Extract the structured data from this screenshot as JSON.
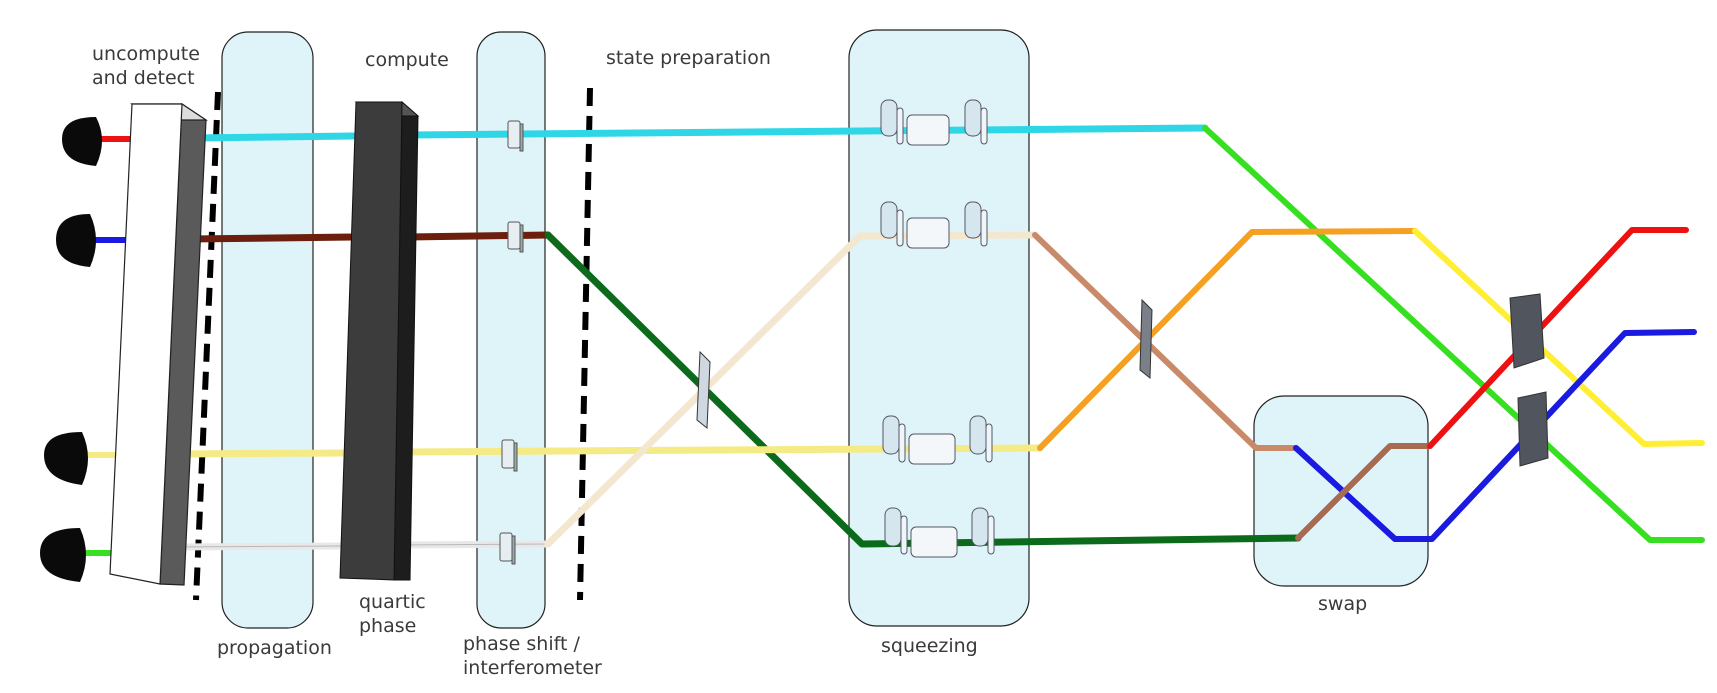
{
  "labels": {
    "uncompute_detect": [
      "uncompute",
      "and detect"
    ],
    "compute": "compute",
    "state_preparation": "state preparation",
    "propagation": "propagation",
    "quartic_phase": [
      "quartic",
      "phase"
    ],
    "phase_shift": [
      "phase shift /",
      "interferometer"
    ],
    "squeezing": "squeezing",
    "swap": "swap"
  },
  "colors": {
    "panel_fill": "#dff4f8",
    "panel_stroke": "#222222",
    "detector": "#0a0a0a",
    "gate_dark": "#3c3c3c",
    "cyan": "#2fd7e6",
    "brown": "#6b1f0c",
    "yellow": "#f4ea86",
    "white": "#e8e8e8",
    "dark_green": "#0b6b1a",
    "cream": "#f3e8cf",
    "light_brown": "#c98a6a",
    "orange": "#f5a020",
    "green": "#36e020",
    "red": "#ee1111",
    "blue": "#1a1ae0",
    "bright_yellow": "#ffee33",
    "mid_brown": "#a86a50"
  },
  "icons": [
    "detector-icon",
    "beam-splitter-icon",
    "squeezer-icon",
    "phase-shifter-icon"
  ]
}
